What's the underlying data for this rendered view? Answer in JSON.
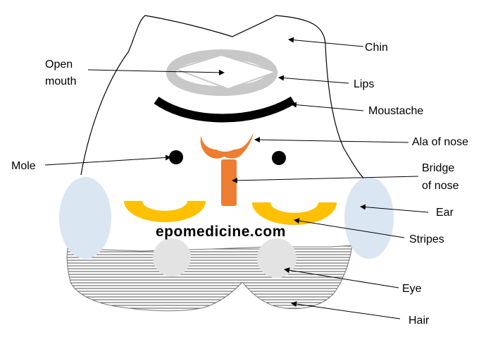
{
  "labels": {
    "open_mouth_line1": "Open",
    "open_mouth_line2": "mouth",
    "chin": "Chin",
    "lips": "Lips",
    "moustache": "Moustache",
    "ala_of_nose": "Ala of nose",
    "mole": "Mole",
    "bridge_line1": "Bridge",
    "bridge_line2": "of nose",
    "ear": "Ear",
    "stripes": "Stripes",
    "eye": "Eye",
    "hair": "Hair"
  },
  "watermark": "epomedicine.com",
  "colors": {
    "lips": "#c8c8c8",
    "moustache": "#000000",
    "nose": "#ed7d31",
    "stripes": "#ffc000",
    "ear": "#dae6f2",
    "eye": "#e3e3e3",
    "hair_lines": "#555555",
    "outline": "#000000"
  }
}
